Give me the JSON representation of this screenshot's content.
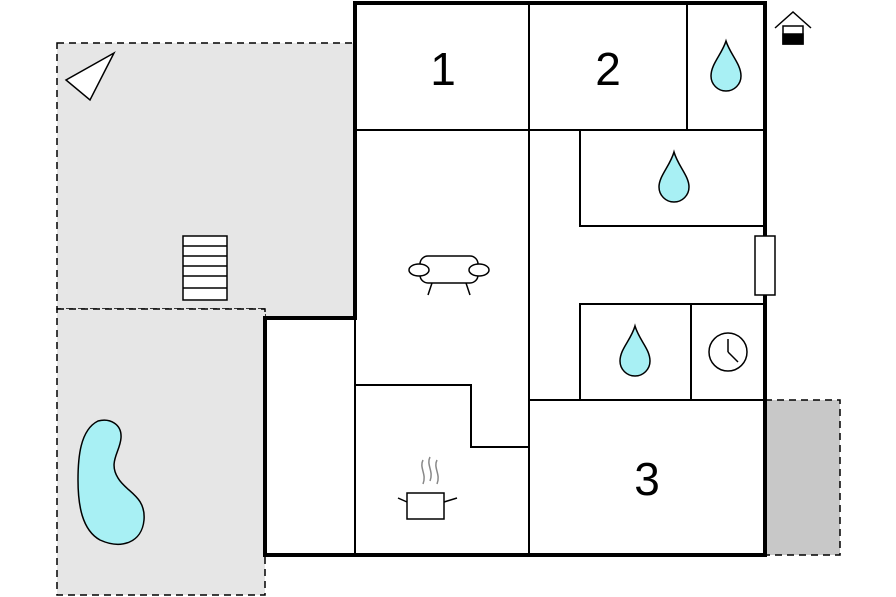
{
  "rooms": {
    "bedroom_1": {
      "label": "1"
    },
    "bedroom_2": {
      "label": "2"
    },
    "bedroom_3": {
      "label": "3"
    }
  },
  "colors": {
    "outdoor_area": "#e6e6e6",
    "covered_area": "#c8c8c8",
    "water": "#a8f0f4",
    "walls": "#000000"
  },
  "icons": [
    "compass-icon",
    "stairs-icon",
    "pool-icon",
    "sofa-icon",
    "cooking-pot-icon",
    "water-drop-icon",
    "clock-icon",
    "entrance-house-icon",
    "door-icon"
  ]
}
